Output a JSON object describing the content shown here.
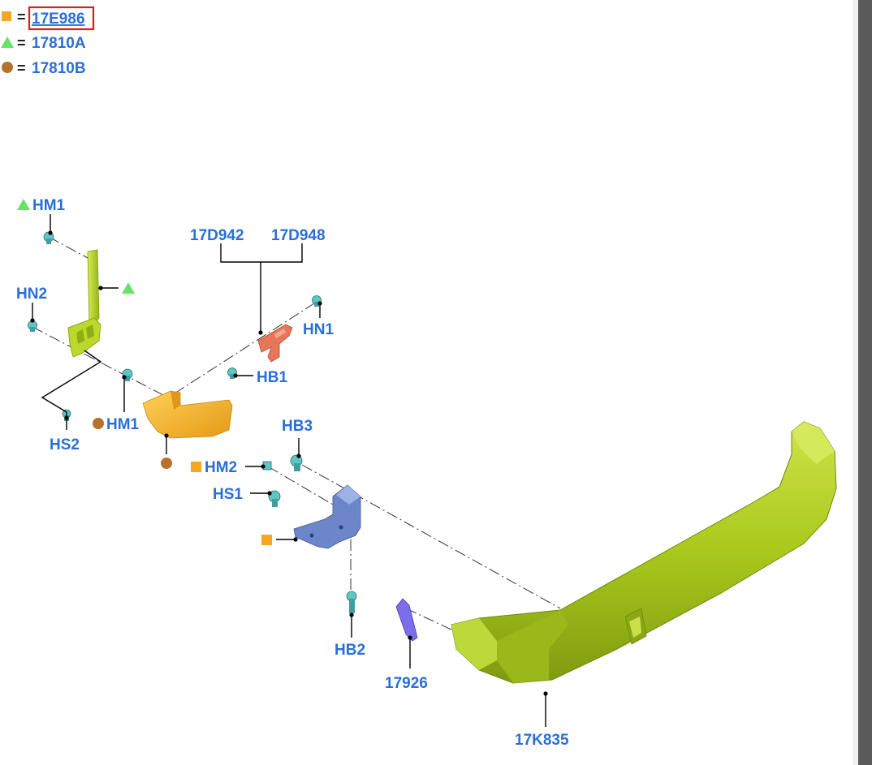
{
  "legend": [
    {
      "symbol": "square",
      "color": "#f5a623",
      "eq": "=",
      "code": "17E986",
      "highlighted": true
    },
    {
      "symbol": "triangle",
      "color": "#66e266",
      "eq": "=",
      "code": "17810A"
    },
    {
      "symbol": "circle",
      "color": "#b8702f",
      "eq": "=",
      "code": "17810B"
    }
  ],
  "callouts": {
    "hm1_top": "HM1",
    "hn2": "HN2",
    "hs2": "HS2",
    "hm1_mid": "HM1",
    "part_17d942": "17D942",
    "part_17d948": "17D948",
    "hn1": "HN1",
    "hb1": "HB1",
    "hb3": "HB3",
    "hm2": "HM2",
    "hs1": "HS1",
    "hb2": "HB2",
    "part_17926": "17926",
    "part_17k835": "17K835"
  },
  "colors": {
    "label": "#2a6fd6",
    "bumper": "#a9c81c",
    "bracket_green": "#b5d31f",
    "end_cap": "#f5b42a",
    "hook_bracket": "#e8775a",
    "mount_bracket": "#6d85c9",
    "fastener": "#5ec6c4",
    "pad": "#7c6ee8",
    "highlight_box": "#d22222"
  }
}
